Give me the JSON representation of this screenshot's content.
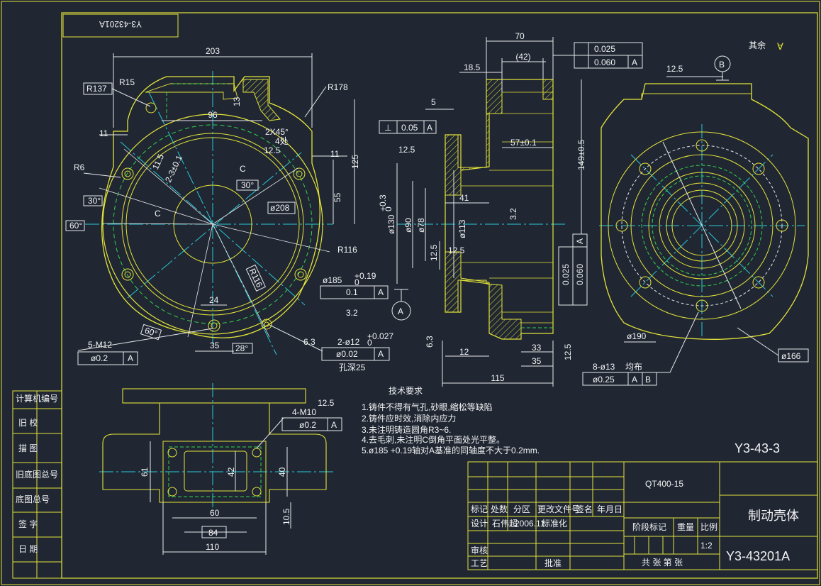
{
  "drawing_number": "Y3-43201A",
  "drawing_number_mirrored": "Y3-43201A",
  "part_name": "制动壳体",
  "material": "QT400-15",
  "scale": "1:2",
  "sheet_code": "Y3-43-3",
  "rest_roughness_label": "其余",
  "datum_A": "A",
  "datum_B": "B",
  "tech_requirements": {
    "title": "技术要求",
    "items": [
      "1.铸件不得有气孔,砂眼,缩松等缺陷",
      "2.铸件应时效,消除内应力",
      "3.未注明铸造圆角R3~6.",
      "4.去毛刺,未注明C倒角平面处光平整。",
      "5.ø185 +0.19轴对A基准的同轴度不大于0.2mm."
    ]
  },
  "side_labels": [
    "计算机编号",
    "旧 校",
    "描 图",
    "旧底图总号",
    "底图总号",
    "签 字",
    "日 期"
  ],
  "title_block": {
    "row_headers": [
      "标记",
      "处数",
      "分区",
      "更改文件号",
      "签名",
      "年月日"
    ],
    "design_label": "设计",
    "designer": "石伟超",
    "date": "2006.11",
    "standardize_label": "标准化",
    "review_label": "审核",
    "process_label": "工艺",
    "approve_label": "批准",
    "stage_label": "阶段标记",
    "weight_label": "重量",
    "scale_label": "比例",
    "sheets_label": "共 张 第 张"
  },
  "front_view_dims": {
    "d203": "203",
    "r15": "R15",
    "r137": "R137",
    "d96": "96",
    "d13": "13",
    "r178": "R178",
    "d11a": "11",
    "chamfer": "2X45°",
    "four_places": "4处",
    "d11b": "11",
    "d125": "125",
    "d11_5": "11.5",
    "holes_2x": "2-3±0.1",
    "r6": "R6",
    "ang30a": "30°",
    "ang30b": "30°",
    "ang60a": "60°",
    "c1": "C",
    "c2": "C",
    "d208": "ø208",
    "d55": "55",
    "r116a": "R116",
    "r116b": "R116",
    "ra12_5": "12.5",
    "d185": "ø185",
    "d185_tol": "+0.19",
    "d185_tol_low": "0",
    "tol_01": "0.1",
    "ra3_2": "3.2",
    "d24": "24",
    "ang60b": "60°",
    "d35": "35",
    "ang28": "28°",
    "m12": "5-M12",
    "pos02": "ø0.2",
    "ra6_3": "6.3",
    "d12": "2-ø12",
    "d12_tol": "+0.027",
    "d12_tol_low": "0",
    "pos002": "ø0.02",
    "hole_depth": "孔深25"
  },
  "section_view_dims": {
    "d70": "70",
    "d42": "(42)",
    "d18_5": "18.5",
    "tol_0025": "0.025",
    "tol_0060": "0.060",
    "d5": "5",
    "perp_005": "0.05",
    "ra12_5a": "12.5",
    "d57": "57±0.1",
    "d130": "ø130",
    "d130_tol": "+0.3",
    "d130_tol_low": "0",
    "d90": "ø90",
    "d78": "ø78",
    "d113": "ø113",
    "d41": "41",
    "ra3_2": "3.2",
    "ra12_5b": "12.5",
    "d12_5": "12.5",
    "ra6_3": "6.3",
    "d12": "12",
    "d33": "33",
    "d35": "35",
    "ra12_5c": "12.5",
    "d115": "115",
    "d149": "149±0.5",
    "ra12_5d": "12.5"
  },
  "right_view_dims": {
    "d190": "ø190",
    "d166": "ø166",
    "holes": "8-ø13",
    "holes_note": "均布",
    "pos025": "ø0.25"
  },
  "bottom_view_dims": {
    "ra12_5": "12.5",
    "m10": "4-M10",
    "pos02": "ø0.2",
    "d61": "61",
    "d42": "42",
    "d40": "40",
    "d60": "60",
    "d84": "84",
    "d110": "110",
    "d10_5": "10.5"
  },
  "colors": {
    "background": "#202733",
    "outline": "#e3e338",
    "dimension": "#e8e8e8",
    "center_line": "#27c7d6",
    "hidden_line": "#33d24a"
  }
}
